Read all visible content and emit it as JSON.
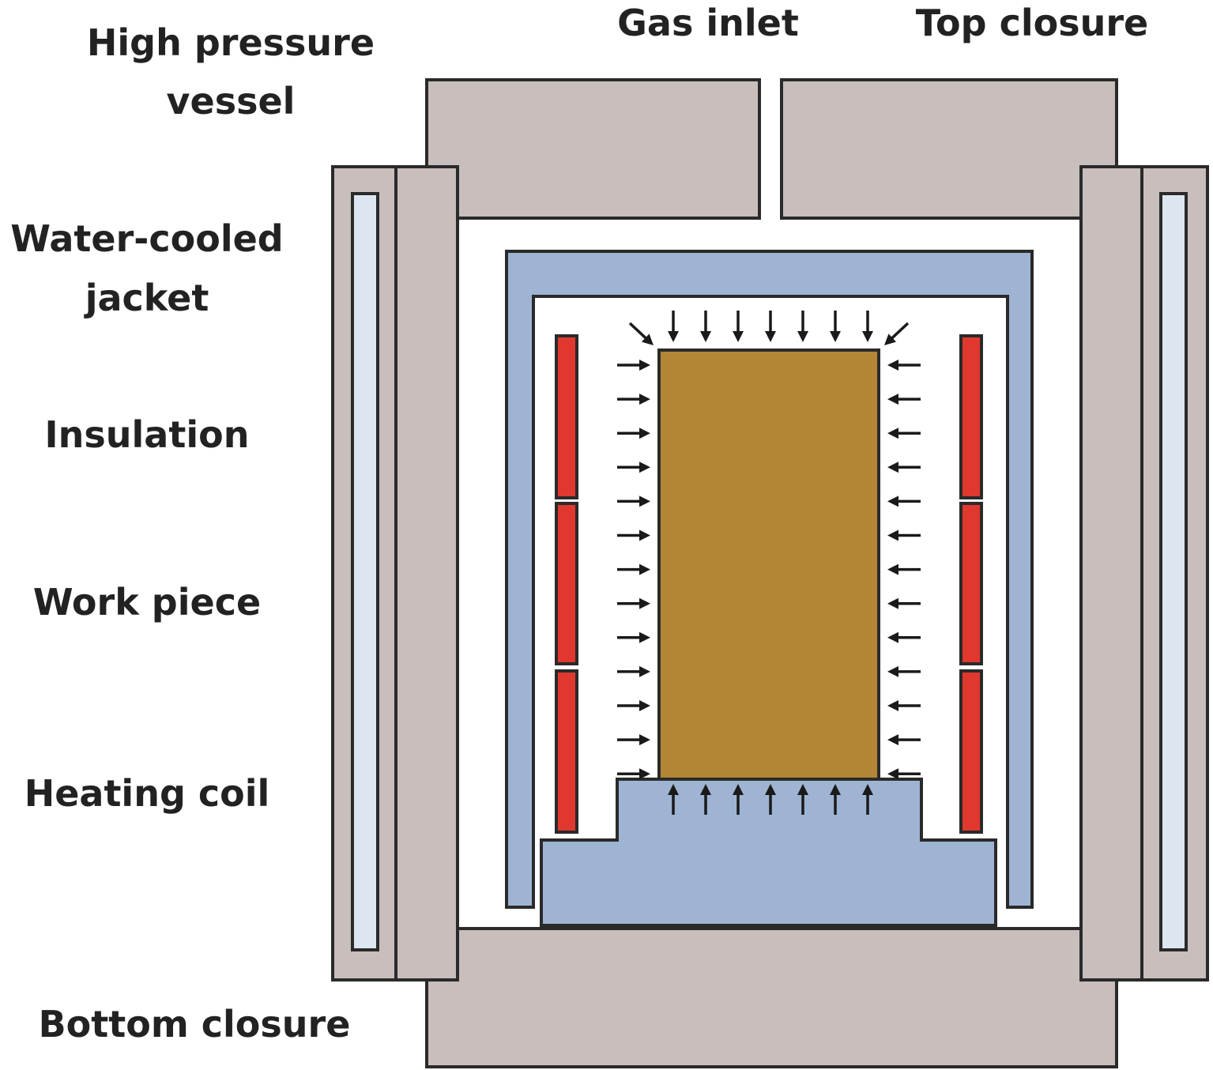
{
  "labels": {
    "high_pressure_vessel_line1": "High pressure",
    "high_pressure_vessel_line2": "vessel",
    "gas_inlet": "Gas inlet",
    "top_closure": "Top closure",
    "water_cooled_jacket_line1": "Water-cooled",
    "water_cooled_jacket_line2": "jacket",
    "insulation": "Insulation",
    "work_piece": "Work piece",
    "heating_coil": "Heating coil",
    "bottom_closure": "Bottom closure"
  },
  "colors": {
    "vessel": "#c8bebc",
    "jacket_water": "#dde6f0",
    "insulation": "#9fb4d2",
    "heating_coil": "#e0382e",
    "work_piece": "#b38636",
    "outline": "#2a2a2a",
    "pressure_arrow": "#1a1a1a"
  },
  "icons": {
    "pressure_arrow": "arrow-icon"
  }
}
